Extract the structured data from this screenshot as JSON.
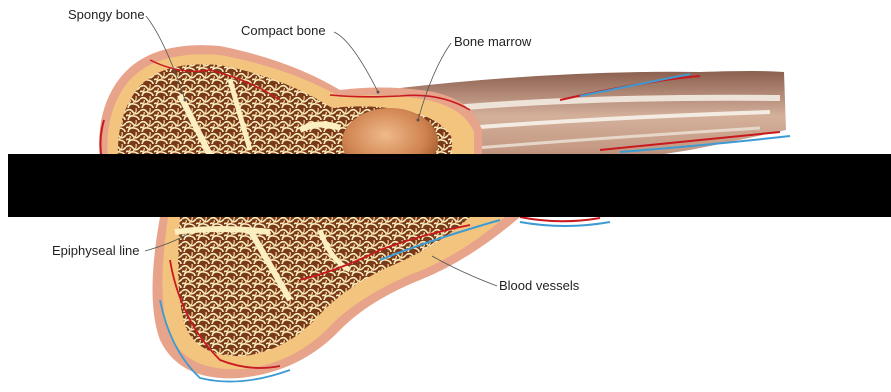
{
  "diagram": {
    "labels": {
      "spongy_bone": "Spongy bone",
      "compact_bone": "Compact bone",
      "bone_marrow": "Bone marrow",
      "epiphyseal_line": "Epiphyseal line",
      "blood_vessels": "Blood vessels"
    },
    "colors": {
      "compact_bone": "#f3c47e",
      "periosteum": "#e8a48a",
      "spongy_tissue": "#7a3a1a",
      "trabeculae": "#fbeec0",
      "marrow": "#d99461",
      "artery": "#c8191f",
      "vein": "#3d9bd3",
      "shaft": "#c9a08a",
      "tendon": "#e9ddd0",
      "redaction": "#000000"
    }
  }
}
